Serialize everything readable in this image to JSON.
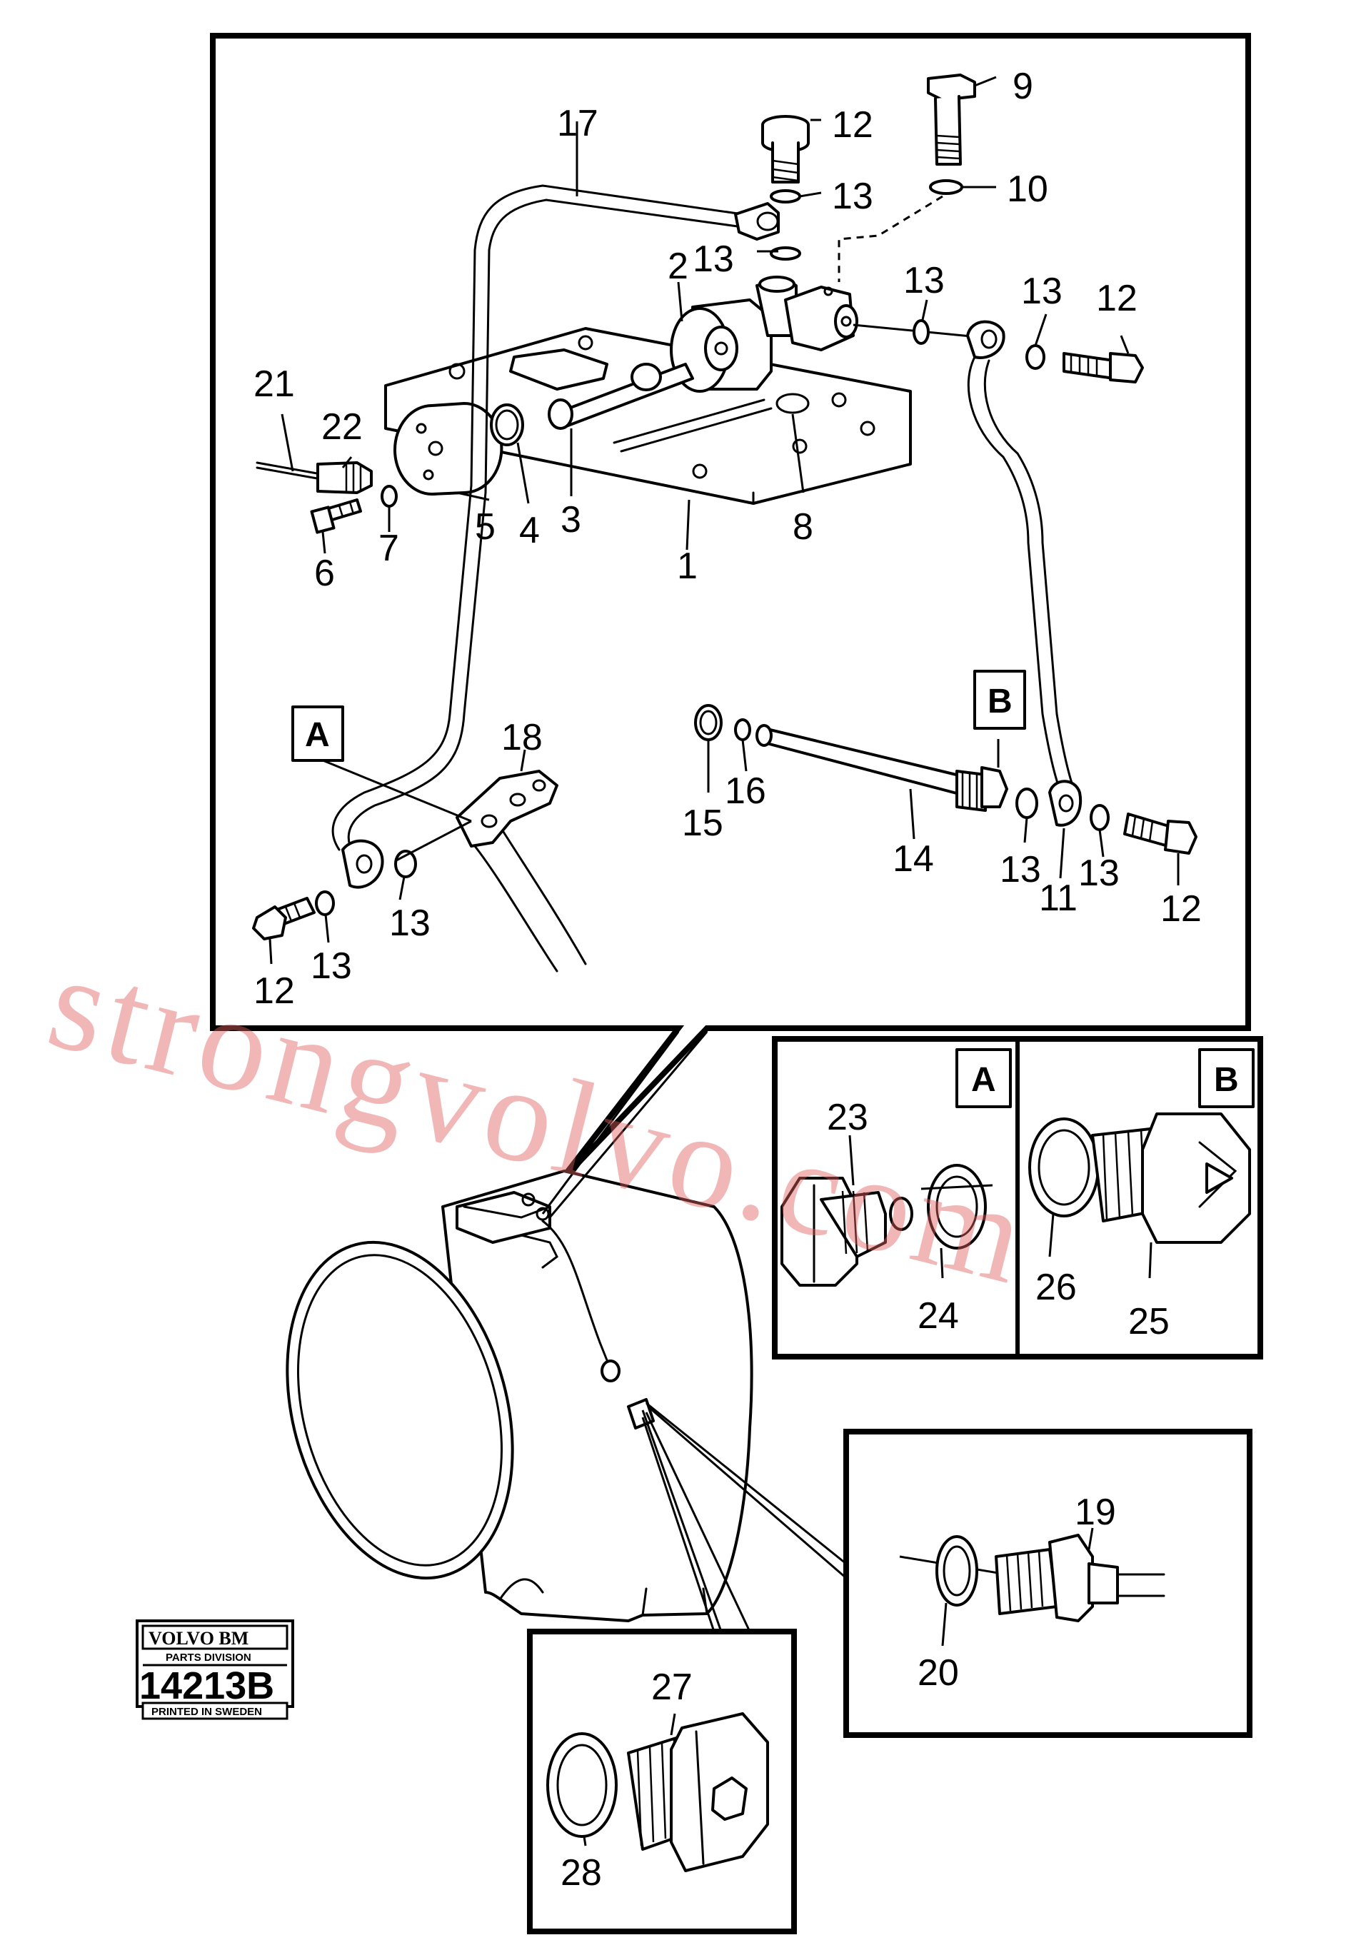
{
  "callouts": {
    "c1": "1",
    "c2": "2",
    "c3": "3",
    "c4": "4",
    "c5": "5",
    "c6": "6",
    "c7": "7",
    "c8": "8",
    "c9": "9",
    "c10": "10",
    "c11": "11",
    "c12a": "12",
    "c12b": "12",
    "c12c": "12",
    "c12d": "12",
    "c13a": "13",
    "c13b": "13",
    "c13c": "13",
    "c13d": "13",
    "c13e": "13",
    "c13f": "13",
    "c13g": "13",
    "c13h": "13",
    "c14": "14",
    "c15": "15",
    "c16": "16",
    "c17": "17",
    "c18": "18",
    "c19": "19",
    "c20": "20",
    "c21": "21",
    "c22": "22",
    "c23": "23",
    "c24": "24",
    "c25": "25",
    "c26": "26",
    "c27": "27",
    "c28": "28"
  },
  "detail_labels": {
    "main_a": "A",
    "main_b": "B",
    "inset_a": "A",
    "inset_b": "B"
  },
  "logo": {
    "brand": "VOLVO BM",
    "division": "PARTS DIVISION",
    "number": "14213B",
    "printed": "PRINTED IN SWEDEN"
  },
  "watermark": "strongvolvo.com",
  "colors": {
    "line": "#000000",
    "background": "#ffffff",
    "watermark": "#e06060"
  }
}
